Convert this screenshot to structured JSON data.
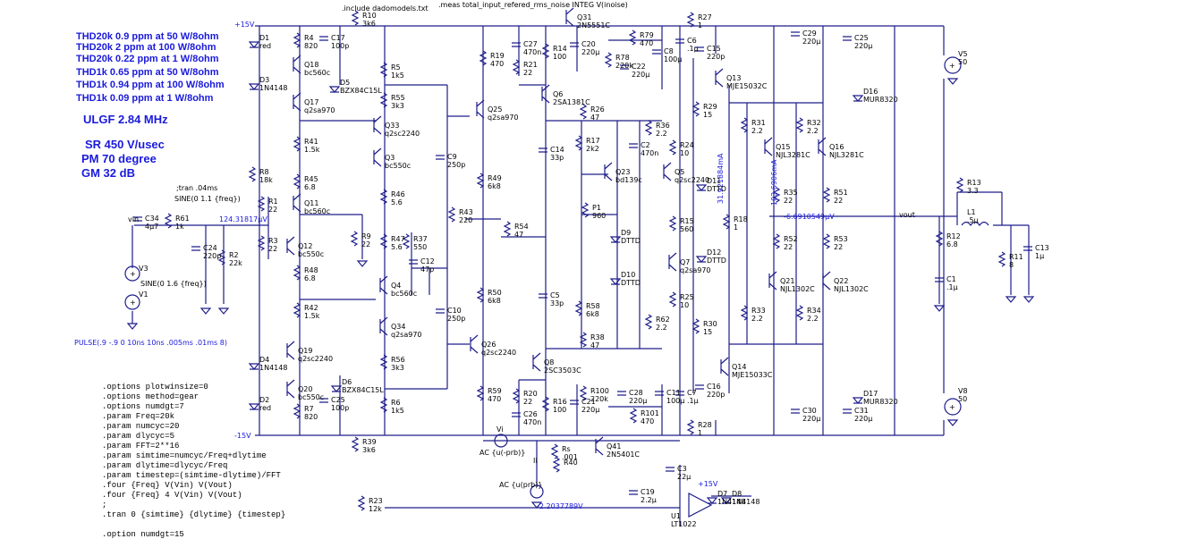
{
  "specs": [
    "THD20k 0.9 ppm at 50 W/8ohm",
    "THD20k 2 ppm at 100 W/8ohm",
    "THD20k 0.22 ppm at 1 W/8ohm",
    "THD1k 0.65 ppm at 50 W/8ohm",
    "THD1k 0.94 ppm at 100 W/8ohm",
    "THD1k 0.09 ppm at 1 W/8ohm"
  ],
  "ulgf": "ULGF 2.84 MHz",
  "stability": [
    "SR 450 V/usec",
    "PM  70 degree",
    "GM  32 dB"
  ],
  "directives": [
    ".options plotwinsize=0",
    ".options method=gear",
    ".options numdgt=7",
    ".param Freq=20k",
    ".param numcyc=20",
    ".param dlycyc=5",
    ".param FFT=2**16",
    ".param simtime=numcyc/Freq+dlytime",
    ".param dlytime=dlycyc/Freq",
    ".param timestep=(simtime-dlytime)/FFT",
    ".four {Freq} V(Vin) V(Vout)",
    ".four {Freq} 4 V(Vin) V(Vout)",
    ";",
    ".tran 0 {simtime} {dlytime} {timestep}",
    "",
    ".option numdgt=15"
  ],
  "top_cmds": [
    ".include dadomodels.txt",
    ".meas total_input_refered_rms_noise INTEG V(inoise)"
  ],
  "tran_comment": ";tran .04ms",
  "sine1": "SINE(0 1.1 {freq})",
  "sine2": "SINE(0 1.6 {freq})",
  "pulse": "PULSE(.9 -.9 0 10ns 10ns .005ms .01ms 8)",
  "ac1": "AC {u(-prb)}",
  "ac2": "AC {u(prb)}",
  "node_voltages": [
    "124.31817μV",
    "-6.6910549μV",
    "-2.2037789V",
    "31.921884mA",
    "103.6906mA"
  ],
  "rails": [
    "+15V",
    "-15V",
    "+15V"
  ],
  "vout": "vout",
  "vin": "vin",
  "labels": [
    [
      "D1",
      "red"
    ],
    [
      "R4",
      "820"
    ],
    [
      "C17",
      "100p"
    ],
    [
      "D5",
      "BZX84C15L"
    ],
    [
      "R10",
      "3k6"
    ],
    [
      "D3",
      "1N4148"
    ],
    [
      "Q18",
      "bc560c"
    ],
    [
      "Q17",
      "q2sa970"
    ],
    [
      "R5",
      "1k5"
    ],
    [
      "R55",
      "3k3"
    ],
    [
      "Q33",
      "q2sc2240"
    ],
    [
      "R41",
      "1.5k"
    ],
    [
      "Q3",
      "bc550c"
    ],
    [
      "R8",
      "18k"
    ],
    [
      "R45",
      "6.8"
    ],
    [
      "R46",
      "5.6"
    ],
    [
      "R1",
      "22"
    ],
    [
      "Q11",
      "bc560c"
    ],
    [
      "R9",
      "22"
    ],
    [
      "R3",
      "22"
    ],
    [
      "Q12",
      "bc550c"
    ],
    [
      "R47",
      "5.6"
    ],
    [
      "R37",
      "550"
    ],
    [
      "R48",
      "6.8"
    ],
    [
      "Q4",
      "bc560c"
    ],
    [
      "R42",
      "1.5k"
    ],
    [
      "Q34",
      "q2sa970"
    ],
    [
      "R56",
      "3k3"
    ],
    [
      "Q19",
      "q2sc2240"
    ],
    [
      "D4",
      "1N4148"
    ],
    [
      "Q20",
      "bc550c"
    ],
    [
      "D2",
      "red"
    ],
    [
      "R7",
      "820"
    ],
    [
      "C25",
      "100p"
    ],
    [
      "D6",
      "BZX84C15L"
    ],
    [
      "R6",
      "1k5"
    ],
    [
      "R39",
      "3k6"
    ],
    [
      "C34",
      "4μ7"
    ],
    [
      "R61",
      "1k"
    ],
    [
      "C24",
      "220p"
    ],
    [
      "R2",
      "22k"
    ],
    [
      "V3",
      ""
    ],
    [
      "V1",
      ""
    ],
    [
      "C27",
      "470n"
    ],
    [
      "R21",
      "22"
    ],
    [
      "R14",
      "100"
    ],
    [
      "C20",
      "220μ"
    ],
    [
      "Q31",
      "2N5551C"
    ],
    [
      "R79",
      "470"
    ],
    [
      "R78",
      "220k"
    ],
    [
      "C22",
      "220μ"
    ],
    [
      "C6",
      ".1μ"
    ],
    [
      "C8",
      "100μ"
    ],
    [
      "R27",
      "1"
    ],
    [
      "R19",
      "470"
    ],
    [
      "Q25",
      "q2sa970"
    ],
    [
      "Q6",
      "2SA1381C"
    ],
    [
      "C9",
      "250p"
    ],
    [
      "R49",
      "6k8"
    ],
    [
      "R43",
      "220"
    ],
    [
      "R54",
      "47"
    ],
    [
      "C12",
      "47p"
    ],
    [
      "R50",
      "6k8"
    ],
    [
      "C10",
      "250p"
    ],
    [
      "Q26",
      "q2sc2240"
    ],
    [
      "R59",
      "470"
    ],
    [
      "R20",
      "22"
    ],
    [
      "C26",
      "470n"
    ],
    [
      "R16",
      "100"
    ],
    [
      "C21",
      "220μ"
    ],
    [
      "Q8",
      "2SC3503C"
    ],
    [
      "R26",
      "47"
    ],
    [
      "R17",
      "2k2"
    ],
    [
      "C14",
      "33p"
    ],
    [
      "Q23",
      "bd139c"
    ],
    [
      "C2",
      "470n"
    ],
    [
      "R36",
      "2.2"
    ],
    [
      "P1",
      "960"
    ],
    [
      "D9",
      "DTTD"
    ],
    [
      "D10",
      "DTTD"
    ],
    [
      "R58",
      "6k8"
    ],
    [
      "C5",
      "33p"
    ],
    [
      "R38",
      "47"
    ],
    [
      "R62",
      "2.2"
    ],
    [
      "R100",
      "220k"
    ],
    [
      "C28",
      "220μ"
    ],
    [
      "R101",
      "470"
    ],
    [
      "C11",
      "100μ"
    ],
    [
      "C7",
      ".1μ"
    ],
    [
      "R28",
      "1"
    ],
    [
      "Q41",
      "2N5401C"
    ],
    [
      "R40",
      ""
    ],
    [
      "R24",
      "10"
    ],
    [
      "Q5",
      "q2sc2240"
    ],
    [
      "R15",
      "560"
    ],
    [
      "Q7",
      "q2sa970"
    ],
    [
      "R25",
      "10"
    ],
    [
      "R29",
      "15"
    ],
    [
      "D11",
      "DTTD"
    ],
    [
      "R18",
      "1"
    ],
    [
      "D12",
      "DTTD"
    ],
    [
      "R30",
      "15"
    ],
    [
      "C15",
      "220p"
    ],
    [
      "Q13",
      "MJE15032C"
    ],
    [
      "Q14",
      "MJE15033C"
    ],
    [
      "C16",
      "220p"
    ],
    [
      "C29",
      "220μ"
    ],
    [
      "C25b",
      "220μ"
    ],
    [
      "R31",
      "2.2"
    ],
    [
      "R32",
      "2.2"
    ],
    [
      "Q15",
      "NJL3281C"
    ],
    [
      "Q16",
      "NJL3281C"
    ],
    [
      "R35",
      "22"
    ],
    [
      "R51",
      "22"
    ],
    [
      "R52",
      "22"
    ],
    [
      "R53",
      "22"
    ],
    [
      "Q21",
      "NJL1302C"
    ],
    [
      "Q22",
      "NJL1302C"
    ],
    [
      "R33",
      "2.2"
    ],
    [
      "R34",
      "2.2"
    ],
    [
      "C30",
      "220μ"
    ],
    [
      "C31",
      "220μ"
    ],
    [
      "D16",
      "MUR8320"
    ],
    [
      "D17",
      "MUR8320"
    ],
    [
      "V5",
      "50"
    ],
    [
      "V8",
      "50"
    ],
    [
      "R13",
      "3.3"
    ],
    [
      "L1",
      ".5μ"
    ],
    [
      "R12",
      "6.8"
    ],
    [
      "C1",
      ".1μ"
    ],
    [
      "R11",
      "8"
    ],
    [
      "C13",
      "1μ"
    ],
    [
      "C3",
      "22μ"
    ],
    [
      "C19",
      "2.2μ"
    ],
    [
      "U1",
      "LT1022"
    ],
    [
      "D7",
      "1N4148"
    ],
    [
      "D8",
      "1N4148"
    ],
    [
      "R23",
      "12k"
    ],
    [
      "Vi",
      ""
    ],
    [
      "Ii",
      ""
    ],
    [
      "Rs",
      ".001"
    ]
  ]
}
